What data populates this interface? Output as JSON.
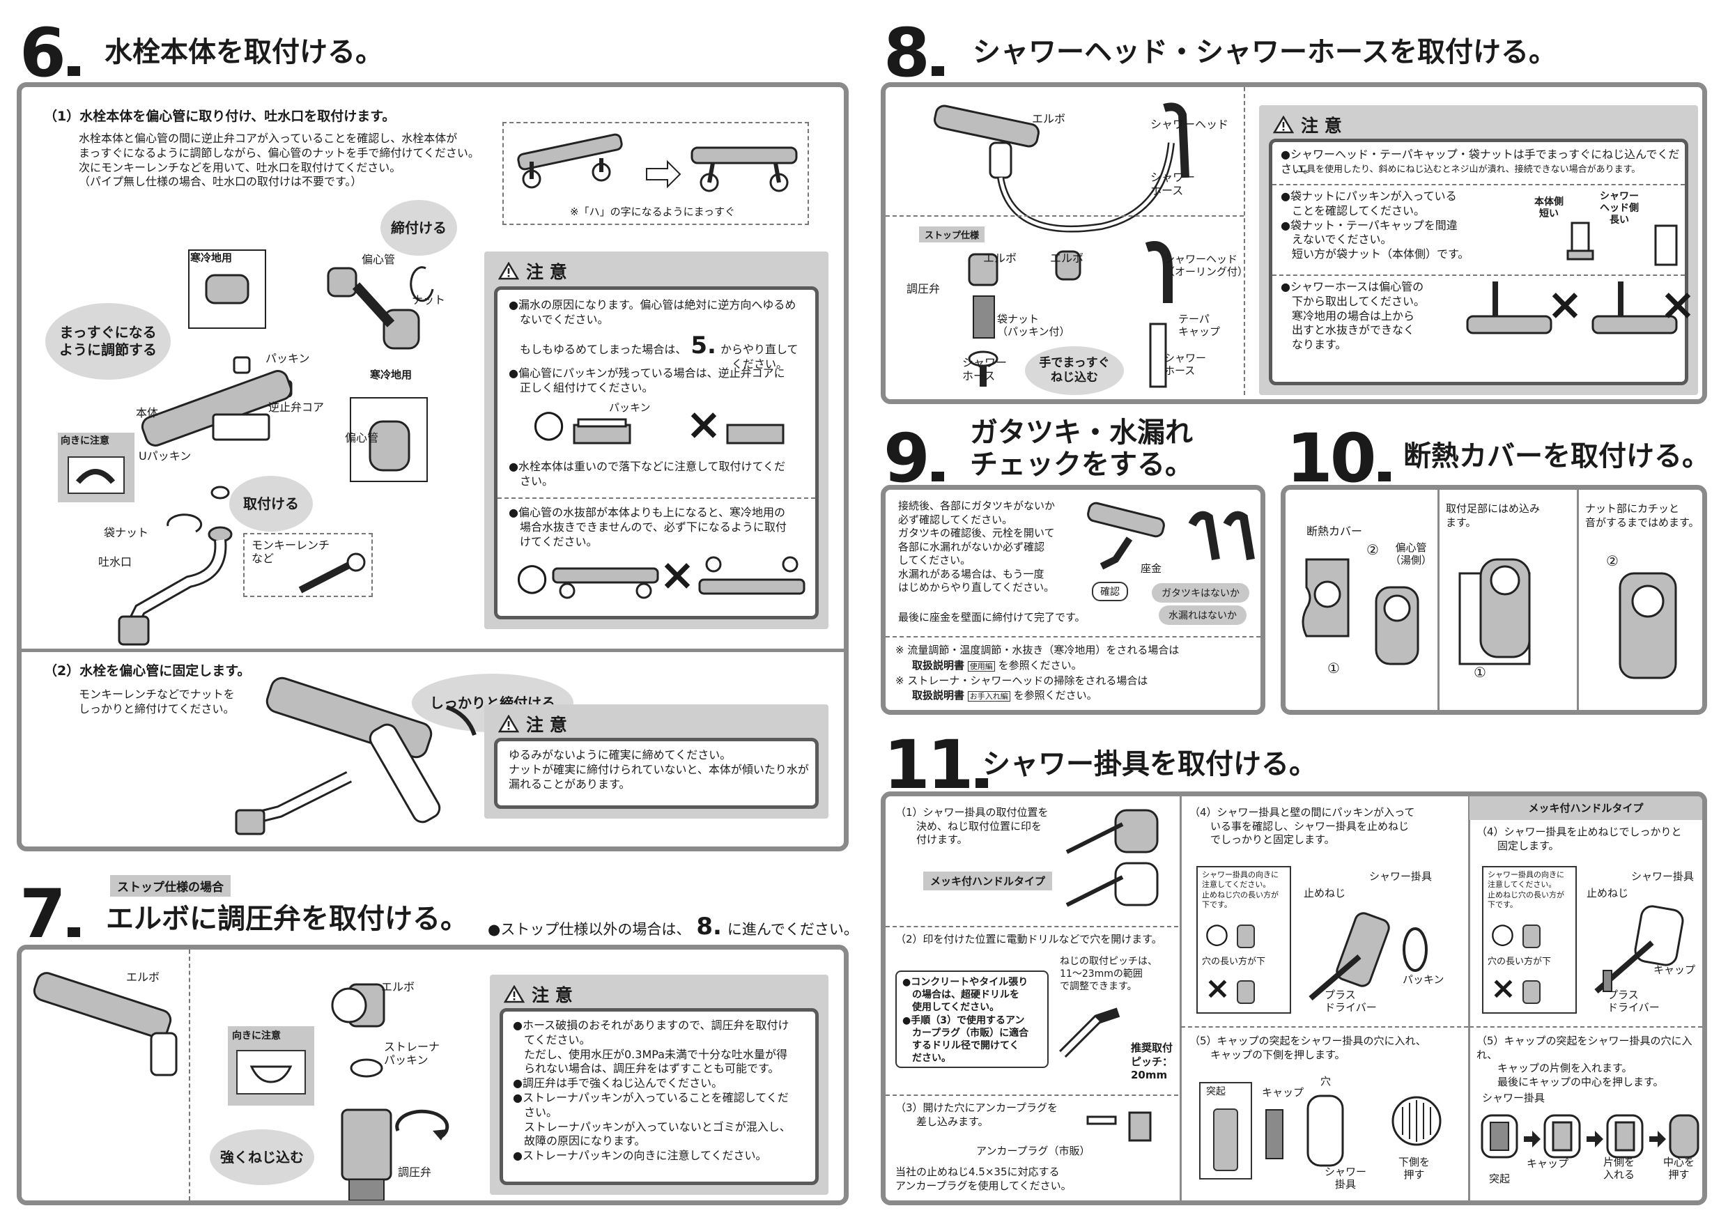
{
  "s6": {
    "num": "6",
    "title": "水栓本体を取付ける。",
    "step1_head": "（1）水栓本体を偏心管に取り付け、吐水口を取付けます。",
    "step1_text": "水栓本体と偏心管の間に逆止弁コアが入っていることを確認し、水栓本体が\nまっすぐになるように調節しながら、偏心管のナットを手で締付けてください。\n次にモンキーレンチなどを用いて、吐水口を取付けてください。\n（パイプ無し仕様の場合、吐水口の取付けは不要です。）",
    "hachi_note": "※「ハ」の字になるようにまっすぐ",
    "cloud_tighten": "締付ける",
    "cloud_straight": "まっすぐになる\nように調節する",
    "cloud_attach": "取付ける",
    "lbl_kanrei1": "寒冷地用",
    "lbl_kanrei2": "寒冷地用",
    "lbl_henshin1": "偏心管",
    "lbl_henshin2": "偏心管",
    "lbl_nut": "ナット",
    "lbl_packing": "パッキン",
    "lbl_hontai": "本体",
    "lbl_gyakushi": "逆止弁コア",
    "lbl_muki": "向きに注意",
    "lbl_upacking": "Uパッキン",
    "lbl_fukuro": "袋ナット",
    "lbl_tosui": "吐水口",
    "lbl_monkey": "モンキーレンチ\nなど",
    "caution_title": "注 意",
    "caution1": "●漏水の原因になります。偏心管は絶対に逆方向へゆるめ\n　ないでください。",
    "caution1b_pre": "　もしもゆるめてしまった場合は、",
    "caution1b_num": "5.",
    "caution1b_post": "からやり直して\n　ください。",
    "caution2": "●偏心管にパッキンが残っている場合は、逆止弁コアに\n　正しく組付けてください。",
    "caution_packing": "パッキン",
    "caution3": "●水栓本体は重いので落下などに注意して取付けてくだ\n　さい。",
    "caution4": "●偏心管の水抜部が本体よりも上になると、寒冷地用の\n　場合水抜きできませんので、必ず下になるように取付\n　けてください。",
    "ok_mark": "○",
    "ng_mark": "×",
    "step2_head": "（2）水栓を偏心管に固定します。",
    "step2_text": "モンキーレンチなどでナットを\nしっかりと締付けてください。",
    "cloud_firm": "しっかりと締付ける",
    "caution5": "ゆるみがないように確実に締めてください。\nナットが確実に締付けられていないと、本体が傾いたり水が\n漏れることがあります。"
  },
  "s7": {
    "num": "7",
    "tag": "ストップ仕様の場合",
    "title": "エルボに調圧弁を取付ける。",
    "note_pre": "●ストップ仕様以外の場合は、",
    "note_num": "8.",
    "note_post": "に進んでください。",
    "lbl_elbow1": "エルボ",
    "lbl_elbow2": "エルボ",
    "lbl_muki": "向きに注意",
    "lbl_strainer": "ストレーナ\nパッキン",
    "lbl_valve": "調圧弁",
    "cloud_screw": "強くねじ込む",
    "caution_title": "注 意",
    "caution": "●ホース破損のおそれがありますので、調圧弁を取付け\n　てください。\n　ただし、使用水圧が0.3MPa未満で十分な吐水量が得\n　られない場合は、調圧弁をはずすことも可能です。\n●調圧弁は手で強くねじ込んでください。\n●ストレーナパッキンが入っていることを確認してくだ\n　さい。\n　ストレーナパッキンが入っていないとゴミが混入し、\n　故障の原因になります。\n●ストレーナパッキンの向きに注意してください。"
  },
  "s8": {
    "num": "8",
    "title": "シャワーヘッド・シャワーホースを取付ける。",
    "lbl_elbow": "エルボ",
    "lbl_head": "シャワーヘッド",
    "lbl_hose": "シャワー\nホース",
    "tag_stop": "ストップ仕様",
    "lbl_elbow2": "エルボ",
    "lbl_elbow3": "エルボ",
    "lbl_valve": "調圧弁",
    "lbl_fukuro": "袋ナット\n（パッキン付）",
    "lbl_hose2": "シャワー\nホース",
    "lbl_hand": "手でまっすぐ\nねじ込む",
    "lbl_head2": "シャワーヘッド\n（オーリング付）",
    "lbl_taper": "テーパ\nキャップ",
    "lbl_hose3": "シャワー\nホース",
    "caution_title": "注 意",
    "c1": "●シャワーヘッド・テーパキャップ・袋ナットは手でまっすぐにねじ込んでください。",
    "c1b": "工具を使用したり、斜めにねじ込むとネジ山が潰れ、接続できない場合があります。",
    "c2": "●袋ナットにパッキンが入っている\n　ことを確認してください。\n●袋ナット・テーパキャップを間違\n　えないでください。\n　短い方が袋ナット（本体側）です。",
    "lbl_short": "本体側\n短い",
    "lbl_long": "シャワー\nヘッド側\n長い",
    "c3": "●シャワーホースは偏心管の\n　下から取出してください。\n　寒冷地用の場合は上から\n　出すと水抜きができなく\n　なります。",
    "ng_mark": "×"
  },
  "s9": {
    "num": "9",
    "title": "ガタツキ・水漏れ\nチェックをする。",
    "text": "接続後、各部にガタツキがないか\n必ず確認してください。\nガタツキの確認後、元栓を開いて\n各部に水漏れがないか必ず確認\nしてください。\n水漏れがある場合は、もう一度\nはじめからやり直してください。",
    "text2": "最後に座金を壁面に締付けて完了です。",
    "lbl_zagane": "座金",
    "lbl_check": "確認",
    "pill1": "ガタツキはないか",
    "pill2": "水漏れはないか",
    "note1": "※ 流量調節・温度調節・水抜き（寒冷地用）をされる場合は",
    "note1b": "取扱説明書",
    "note1c": "使用編",
    "note1d": "を参照ください。",
    "note2": "※ ストレーナ・シャワーヘッドの掃除をされる場合は",
    "note2b": "取扱説明書",
    "note2c": "お手入れ編",
    "note2d": "を参照ください。"
  },
  "s10": {
    "num": "10",
    "title": "断熱カバーを取付ける。",
    "lbl_cover": "断熱カバー",
    "lbl_henshin": "偏心管\n（湯側）",
    "col2": "取付足部にはめ込み\nます。",
    "col3": "ナット部にカチッと\n音がするまではめます。",
    "c1": "①",
    "c2": "②"
  },
  "s11": {
    "num": "11",
    "title": "シャワー掛具を取付ける。",
    "p1": "（1）シャワー掛具の取付位置を\n　　決め、ねじ取付位置に印を\n　　付けます。",
    "tag_mekki": "メッキ付ハンドルタイプ",
    "p2": "（2）印を付けた位置に電動ドリルなどで穴を開けます。",
    "p2_box": "●コンクリートやタイル張り\n　の場合は、超硬ドリルを\n　使用してください。\n●手順（3）で使用するアン\n　カープラグ（市販）に適合\n　するドリル径で開けてく\n　ださい。",
    "p2_pitch": "ねじの取付ピッチは、\n11～23mmの範囲\nで調整できます。",
    "p2_rec": "推奨取付\nピッチ：\n20mm",
    "p3": "（3）開けた穴にアンカープラグを\n　　差し込みます。",
    "p3_lbl": "アンカープラグ（市販）",
    "p3_note": "当社の止めねじ4.5×35に対応する\nアンカープラグを使用してください。",
    "p4": "（4）シャワー掛具と壁の間にパッキンが入って\n　　いる事を確認し、シャワー掛具を止めねじ\n　　でしっかりと固定します。",
    "p4_box": "シャワー掛具の向きに\n注意してください。\n止めねじ穴の長い方が\n下です。",
    "p4_long": "穴の長い方が下",
    "lbl_kakegu": "シャワー掛具",
    "lbl_tomeneji": "止めねじ",
    "lbl_packing": "パッキン",
    "lbl_plus": "プラス\nドライバー",
    "p5": "（5）キャップの突起をシャワー掛具の穴に入れ、\n　　キャップの下側を押します。",
    "lbl_tokki": "突起",
    "lbl_cap": "キャップ",
    "lbl_ana": "穴",
    "lbl_kakegu2": "シャワー\n掛具",
    "lbl_push": "下側を\n押す",
    "tag_mekki2": "メッキ付ハンドルタイプ",
    "p4m": "（4）シャワー掛具を止めねじでしっかりと\n　　固定します。",
    "p4m_box": "シャワー掛具の向きに\n注意してください。\n止めねじ穴の長い方が\n下です。",
    "p4m_long": "穴の長い方が下",
    "lbl_kakegu3": "シャワー掛具",
    "lbl_tomeneji2": "止めねじ",
    "lbl_cap2": "キャップ",
    "lbl_plus2": "プラス\nドライバー",
    "p5m": "（5）キャップの突起をシャワー掛具の穴に入れ、\n　　キャップの片側を入れます。\n　　最後にキャップの中心を押します。",
    "lbl_kakegu4": "シャワー掛具",
    "lbl_cap3": "キャップ",
    "lbl_tokki2": "突起",
    "lbl_side": "片側を\n入れる",
    "lbl_center": "中心を\n押す",
    "ok_mark": "○",
    "ng_mark": "×"
  }
}
